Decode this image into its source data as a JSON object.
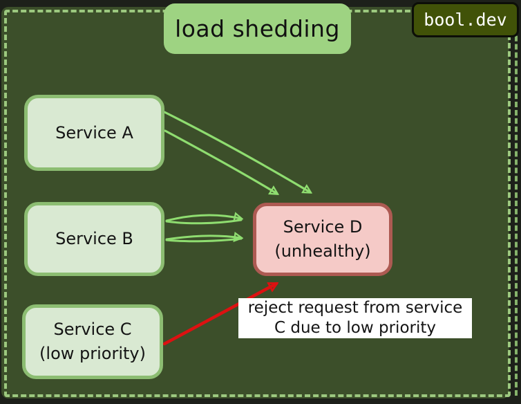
{
  "title": "load shedding",
  "watermark": "bool.dev",
  "nodes": {
    "a": {
      "label": "Service A",
      "sublabel": ""
    },
    "b": {
      "label": "Service B",
      "sublabel": ""
    },
    "c": {
      "label": "Service C",
      "sublabel": "(low priority)"
    },
    "d": {
      "label": "Service D",
      "sublabel": "(unhealthy)"
    }
  },
  "annotation": {
    "line1": "reject request from service",
    "line2": "C due to low priority"
  },
  "edges": [
    {
      "from": "Service A",
      "to": "Service D",
      "style": "accepted",
      "color": "#8fdd70",
      "count": 2
    },
    {
      "from": "Service B",
      "to": "Service D",
      "style": "accepted",
      "color": "#8fdd70",
      "count": 2
    },
    {
      "from": "Service C",
      "to": "Service D",
      "style": "rejected",
      "color": "#dd1111",
      "count": 1
    }
  ],
  "colors": {
    "outer_bg": "#1d201a",
    "panel_bg": "#3c4f2a",
    "dashed_border": "#9cc87f",
    "node_fill": "#d9e9d2",
    "node_border": "#8cbd72",
    "unhealthy_fill": "#f5cac7",
    "unhealthy_border": "#ad5a52",
    "title_bg": "#9ed382",
    "badge_bg": "#415208",
    "arrow_green": "#8fdd70",
    "arrow_red": "#dd1111",
    "annotation_bg": "#ffffff"
  }
}
